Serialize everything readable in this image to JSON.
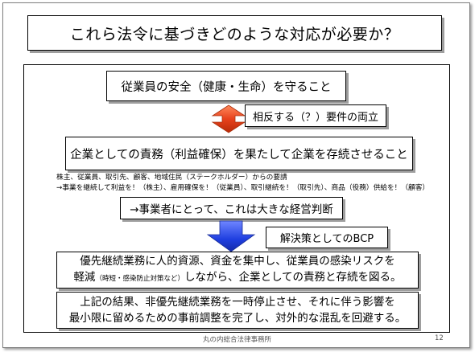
{
  "title": "これら法令に基づきどのような対応が必要か？",
  "box1": "従業員の安全（健康・生命）を守ること",
  "conflict": "相反する（？）要件の両立",
  "box2": "企業としての責務（利益確保）を果たして企業を存続させること",
  "note1": "株主、従業員、取引先、顧客、地域住民（ステークホルダー）からの要請",
  "note2": "→事業を継続して利益を！（株主）、雇用確保を！（従業員）、取引継続を！（取引先）、商品（役務）供給を！（顧客）",
  "decision": "→事業者にとって、これは大きな経営判断",
  "solution": "解決策としてのBCP",
  "box3": {
    "line1": "優先継続業務に人的資源、資金を集中し、従業員の感染リスクを",
    "line2_a": "軽減",
    "line2_small": "（時短・感染防止対策など）",
    "line2_b": "しながら、企業としての責務と存続を図る。"
  },
  "box4": {
    "line1": "上記の結果、非優先継続業務を一時停止させ、それに伴う影響を",
    "line2": "最小限に留めるための事前調整を完了し、対外的な混乱を回避する。"
  },
  "footer": "丸の内総合法律事務所",
  "page_number": "12",
  "colors": {
    "arrow_red": "#e8421c",
    "arrow_blue": "#1f3fe0"
  }
}
